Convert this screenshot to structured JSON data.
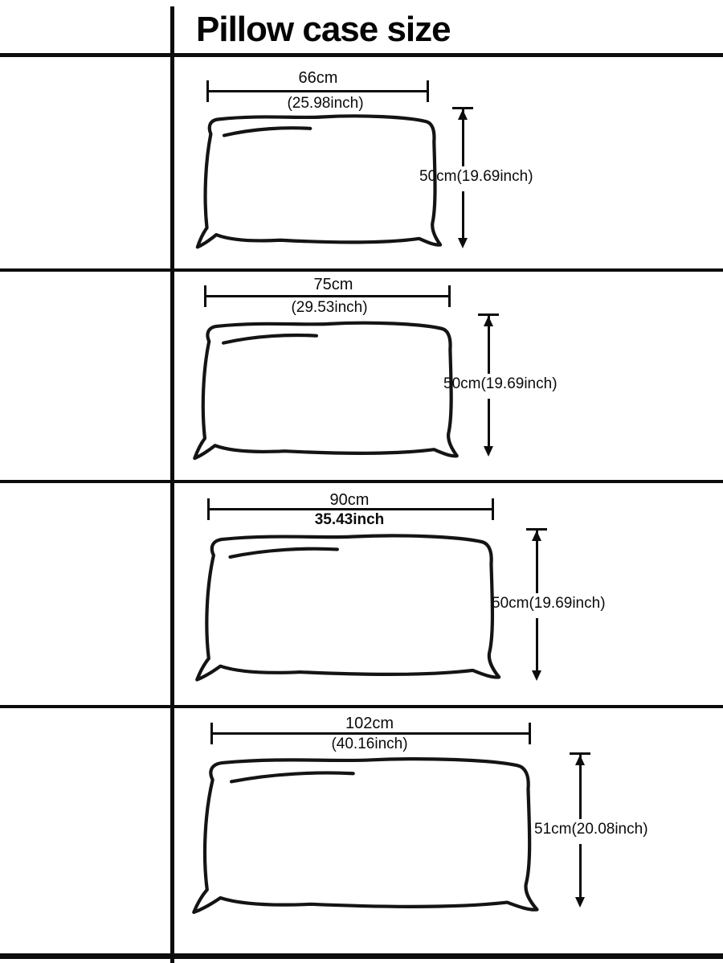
{
  "title": "Pillow case size",
  "sections": [
    {
      "width_cm": "66cm",
      "width_inch": "(25.98inch)",
      "height_label": "50cm(19.69inch)"
    },
    {
      "width_cm": "75cm",
      "width_inch": "(29.53inch)",
      "height_label": "50cm(19.69inch)"
    },
    {
      "width_cm": "90cm",
      "width_inch": "35.43inch",
      "height_label": "50cm(19.69inch)"
    },
    {
      "width_cm": "102cm",
      "width_inch": "(40.16inch)",
      "height_label": "51cm(20.08inch)"
    }
  ],
  "colors": {
    "ink": "#0c0c0c",
    "background": "#ffffff"
  }
}
